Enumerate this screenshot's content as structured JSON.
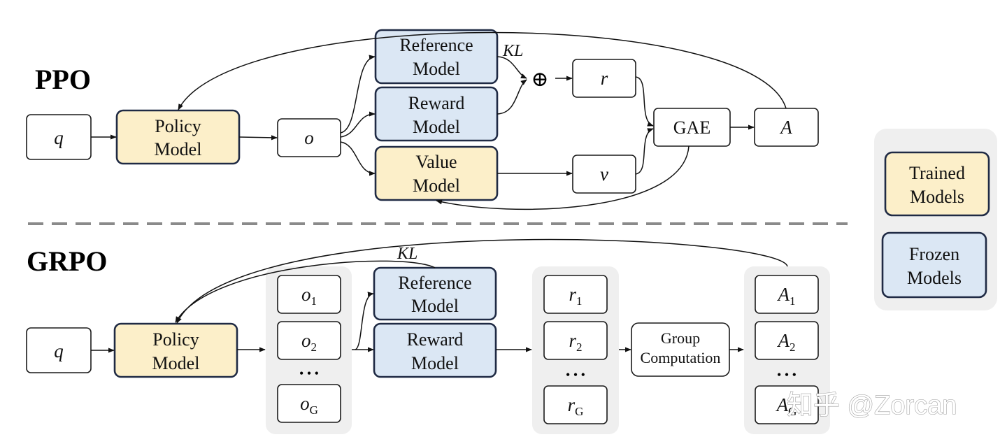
{
  "ppo": {
    "title": "PPO",
    "q": "q",
    "policy_model": [
      "Policy",
      "Model"
    ],
    "o": "o",
    "reference_model": [
      "Reference",
      "Model"
    ],
    "reward_model": [
      "Reward",
      "Model"
    ],
    "value_model": [
      "Value",
      "Model"
    ],
    "kl": "KL",
    "plus": "⊕",
    "r": "r",
    "v": "v",
    "gae": "GAE",
    "a": "A"
  },
  "grpo": {
    "title": "GRPO",
    "q": "q",
    "policy_model": [
      "Policy",
      "Model"
    ],
    "outputs": [
      {
        "base": "o",
        "sub": "1"
      },
      {
        "base": "o",
        "sub": "2"
      },
      {
        "base": "o",
        "sub": "G"
      }
    ],
    "reference_model": [
      "Reference",
      "Model"
    ],
    "reward_model": [
      "Reward",
      "Model"
    ],
    "kl": "KL",
    "rewards": [
      {
        "base": "r",
        "sub": "1"
      },
      {
        "base": "r",
        "sub": "2"
      },
      {
        "base": "r",
        "sub": "G"
      }
    ],
    "group_computation": [
      "Group",
      "Computation"
    ],
    "advantages": [
      {
        "base": "A",
        "sub": "1"
      },
      {
        "base": "A",
        "sub": "2"
      },
      {
        "base": "A",
        "sub": "G"
      }
    ],
    "ellipsis": "• • •"
  },
  "legend": {
    "trained": [
      "Trained",
      "Models"
    ],
    "frozen": [
      "Frozen",
      "Models"
    ]
  },
  "watermark": "知乎 @Zorcan",
  "colors": {
    "trained_fill": "#fcefc9",
    "frozen_fill": "#dbe7f4",
    "border_dark": "#1f2a44",
    "group_bg": "#efefef",
    "divider": "#8a8a8a"
  }
}
